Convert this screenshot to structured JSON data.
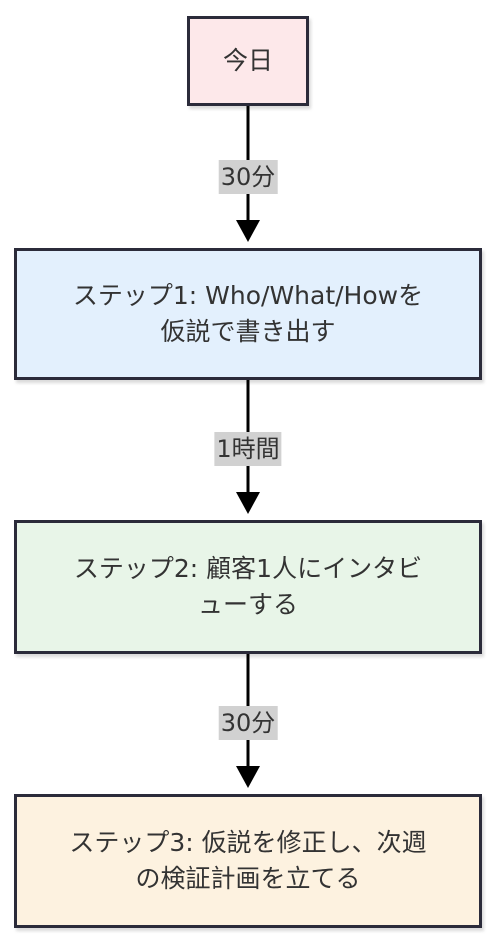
{
  "nodes": {
    "today": "今日",
    "step1": "ステップ1: Who/What/Howを\n仮説で書き出す",
    "step2": "ステップ2: 顧客1人にインタビ\nューする",
    "step3": "ステップ3: 仮説を修正し、次週\nの検証計画を立てる"
  },
  "edges": {
    "e1": "30分",
    "e2": "1時間",
    "e3": "30分"
  },
  "colors": {
    "today_fill": "#fde8ea",
    "step1_fill": "#e3f0fd",
    "step2_fill": "#e8f5e8",
    "step3_fill": "#fdf2e0",
    "stroke": "#2b2b3a",
    "edge": "#000000",
    "label_bg": "#d1d1d1"
  }
}
